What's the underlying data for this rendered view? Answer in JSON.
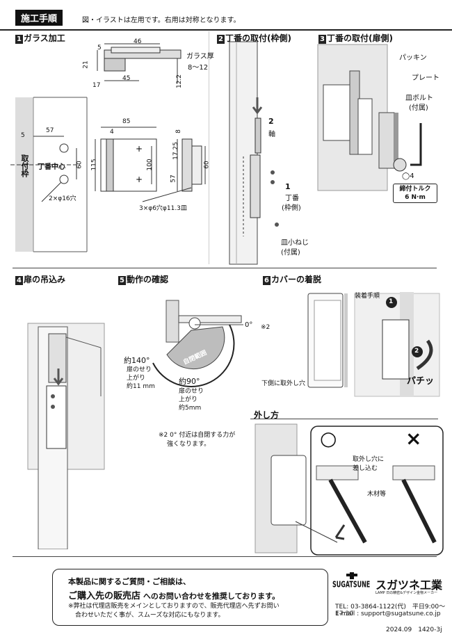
{
  "header": {
    "title": "施工手順",
    "note": "図・イラストは左用です。右用は対称となります。"
  },
  "sections": {
    "s1": {
      "num": "1",
      "title": "ガラス加工"
    },
    "s2": {
      "num": "2",
      "title": "丁番の取付(枠側)"
    },
    "s3": {
      "num": "3",
      "title": "丁番の取付(扉側)"
    },
    "s4": {
      "num": "4",
      "title": "扉の吊込み"
    },
    "s5": {
      "num": "5",
      "title": "動作の確認"
    },
    "s6": {
      "num": "6",
      "title": "カバーの着脱"
    }
  },
  "glass": {
    "dim_5a": "5",
    "dim_46": "46",
    "dim_21": "21",
    "dim_45": "45",
    "dim_17": "17",
    "dim_12_2": "12.2",
    "glass_thickness_label": "ガラス厚",
    "glass_thickness_value": "8〜12",
    "dim_5b": "5",
    "dim_57": "57",
    "dim_60": "60",
    "frame_label": "取付枠",
    "center_label": "丁番中心",
    "hole_label": "2×φ16穴",
    "dim_85": "85",
    "dim_4": "4",
    "dim_115": "115",
    "dim_100": "100",
    "dim_8": "8",
    "dim_17_25": "17.25",
    "dim_57b": "57",
    "dim_60b": "60",
    "screw_holes": "3×φ6穴φ11.3皿"
  },
  "frame_side": {
    "axis_num": "2",
    "axis_label": "軸",
    "hinge_num": "1",
    "hinge_label": "丁番",
    "hinge_sub": "(枠側)",
    "screw_label": "皿小ねじ",
    "screw_sub": "(付属)"
  },
  "door_side": {
    "packing": "パッキン",
    "plate": "プレート",
    "bolt": "皿ボルト",
    "bolt_sub": "(付属)",
    "hex": "◯4",
    "torque_label": "締付トルク",
    "torque_value": "6 N·m"
  },
  "motion": {
    "zero": "0°",
    "note_ref": "※2",
    "range_label": "自閉範囲",
    "deg140": "約140°",
    "rise140_a": "扉のせり",
    "rise140_b": "上がり",
    "rise140_c": "約11 mm",
    "deg90": "約90°",
    "rise90_a": "扉のせり",
    "rise90_b": "上がり",
    "rise90_c": "約5mm",
    "note_a": "※2 0° 付近は自閉する力が",
    "note_b": "強くなります。"
  },
  "cover": {
    "install_label": "装着手順",
    "hole_note": "下側に取外し穴",
    "click": "パチッ",
    "step1": "1",
    "step2": "2"
  },
  "removal": {
    "title": "外し方",
    "ok": "○",
    "ng": "×",
    "insert_a": "取外し穴に",
    "insert_b": "差し込む",
    "wood": "木材等"
  },
  "footer": {
    "line1": "本製品に関するご質問・ご相談は、",
    "line2a": "ご購入先の販売店",
    "line2b": " へのお問い合わせを推奨しております。",
    "line3": "※弊社は代理店販売をメインとしておりますので、販売代理店へ先ずお問い",
    "line4": "合わせいただく事が、スムーズな対応にもなります。",
    "brand": "SUGATSUNE",
    "company": "スガツネ工業",
    "sub": "LAMP 日の精密&デザイン金物メーカー",
    "tel": "TEL: 03-3864-1122(代)　平日9:00〜17:30",
    "email": "E-mail : support@sugatsune.co.jp",
    "code": "2024.09　1420-3j"
  }
}
